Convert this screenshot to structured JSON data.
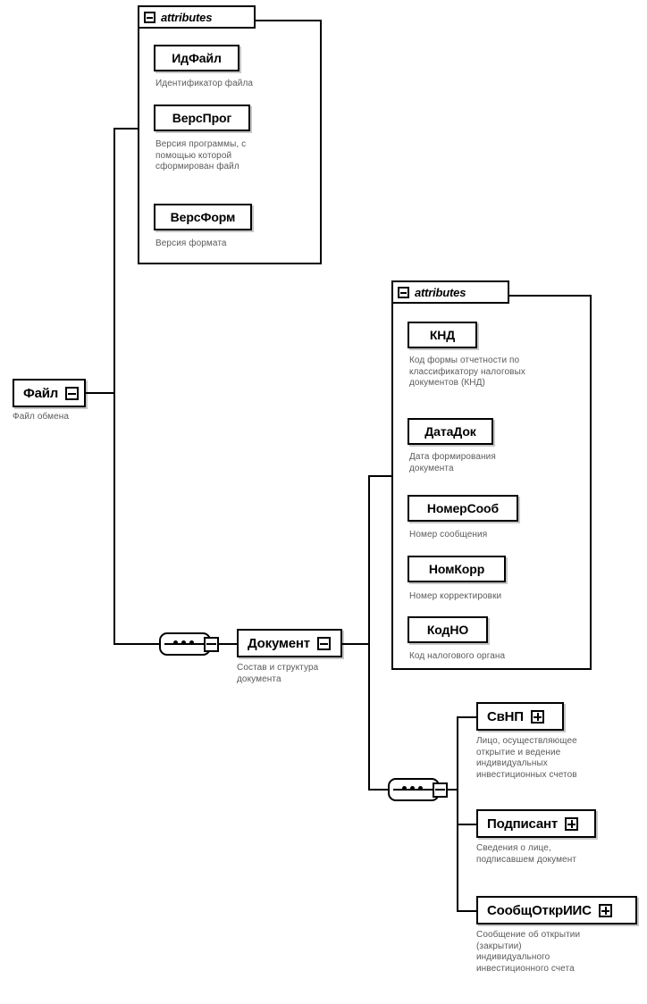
{
  "diagram": {
    "type": "xsd-schema-tree",
    "title": "XML Schema structure diagram"
  },
  "root": {
    "name": "Файл",
    "doc": "Файл обмена",
    "icon": "minus-box-icon"
  },
  "file_attributes": {
    "header": "attributes",
    "collapse_icon": "minus-box-icon",
    "items": [
      {
        "name": "ИдФайл",
        "doc": "Идентификатор файла"
      },
      {
        "name": "ВерсПрог",
        "doc": "Версия программы, с\nпомощью которой\nсформирован файл"
      },
      {
        "name": "ВерсФорм",
        "doc": "Версия формата"
      }
    ]
  },
  "document": {
    "name": "Документ",
    "doc": "Состав и структура\nдокумента",
    "icon": "minus-box-icon"
  },
  "document_attributes": {
    "header": "attributes",
    "collapse_icon": "minus-box-icon",
    "items": [
      {
        "name": "КНД",
        "doc": "Код формы отчетности по\nклассификатору налоговых\nдокументов (КНД)"
      },
      {
        "name": "ДатаДок",
        "doc": "Дата формирования\nдокумента"
      },
      {
        "name": "НомерСооб",
        "doc": "Номер сообщения"
      },
      {
        "name": "НомКорр",
        "doc": "Номер корректировки"
      },
      {
        "name": "КодНО",
        "doc": "Код налогового органа"
      }
    ]
  },
  "document_children": [
    {
      "name": "СвНП",
      "doc": "Лицо, осуществляющее\nоткрытие и ведение\nиндивидуальных\nинвестиционных счетов",
      "icon": "plus-box-icon"
    },
    {
      "name": "Подписант",
      "doc": "Сведения о лице,\nподписавшем документ",
      "icon": "plus-box-icon"
    },
    {
      "name": "СообщОткрИИС",
      "doc": "Сообщение об открытии\n(закрытии)\nиндивидуального\nинвестиционного счета",
      "icon": "plus-box-icon"
    }
  ],
  "compositors": [
    {
      "kind": "sequence",
      "icon": "sequence-icon"
    },
    {
      "kind": "sequence",
      "icon": "sequence-icon"
    }
  ],
  "colors": {
    "line": "#000000",
    "box_fill": "#ffffff",
    "doc_text": "#5a5a5a",
    "label_text": "#000000"
  }
}
